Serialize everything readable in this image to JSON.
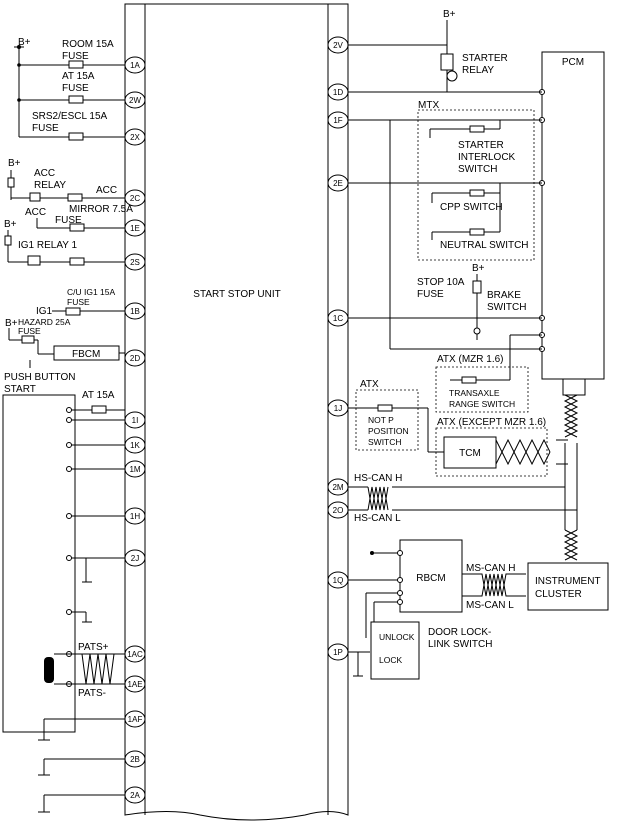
{
  "units": {
    "center": "START STOP UNIT",
    "pcm": "PCM",
    "push_button_line1": "PUSH BUTTON",
    "push_button_line2": "START",
    "rbcm": "RBCM",
    "tcm": "TCM",
    "instrument_line1": "INSTRUMENT",
    "instrument_line2": "CLUSTER",
    "fbcm": "FBCM"
  },
  "fuses": {
    "room_line1": "ROOM 15A",
    "room_line2": "FUSE",
    "at_line1": "AT 15A",
    "at_line2": "FUSE",
    "srs_line1": "SRS2/ESCL 15A",
    "srs_line2": "FUSE",
    "mirror_line1": "MIRROR 7.5A",
    "mirror_line2": "FUSE",
    "cu_ig1_line1": "C/U IG1 15A",
    "cu_ig1_line2": "FUSE",
    "hazard_line1": "HAZARD 25A",
    "hazard_line2": "FUSE",
    "stop_line1": "STOP 10A",
    "stop_line2": "FUSE",
    "at15a_push": "AT 15A"
  },
  "relays": {
    "acc_line1": "ACC",
    "acc_line2": "RELAY",
    "ig1": "IG1 RELAY 1",
    "starter_line1": "STARTER",
    "starter_line2": "RELAY"
  },
  "labels": {
    "bplus": "B+",
    "acc": "ACC",
    "ig1": "IG1",
    "mtx": "MTX",
    "starter_interlock_line1": "STARTER",
    "starter_interlock_line2": "INTERLOCK",
    "starter_interlock_line3": "SWITCH",
    "cpp_switch": "CPP SWITCH",
    "neutral_switch": "NEUTRAL SWITCH",
    "brake_switch_line1": "BRAKE",
    "brake_switch_line2": "SWITCH",
    "atx_mzr": "ATX (MZR 1.6)",
    "transaxle_line1": "TRANSAXLE",
    "transaxle_line2": "RANGE SWITCH",
    "atx": "ATX",
    "not_p_line1": "NOT P",
    "not_p_line2": "POSITION",
    "not_p_line3": "SWITCH",
    "atx_except": "ATX (EXCEPT MZR 1.6)",
    "hs_can_h": "HS-CAN H",
    "hs_can_l": "HS-CAN L",
    "ms_can_h": "MS-CAN H",
    "ms_can_l": "MS-CAN L",
    "door_lock_line1": "DOOR LOCK-",
    "door_lock_line2": "LINK SWITCH",
    "unlock": "UNLOCK",
    "lock": "LOCK",
    "pats_plus": "PATS+",
    "pats_minus": "PATS-"
  },
  "terminals": {
    "t1A": "1A",
    "t2W": "2W",
    "t2X": "2X",
    "t2C": "2C",
    "t1E": "1E",
    "t2S": "2S",
    "t1B": "1B",
    "t2D": "2D",
    "t1I": "1I",
    "t1K": "1K",
    "t1M": "1M",
    "t1H": "1H",
    "t2J": "2J",
    "t1AC": "1AC",
    "t1AE": "1AE",
    "t1AF": "1AF",
    "t2B": "2B",
    "t2A": "2A",
    "t2V": "2V",
    "t1D": "1D",
    "t1F": "1F",
    "t2E": "2E",
    "t1C": "1C",
    "t1J": "1J",
    "t2M": "2M",
    "t2O": "2O",
    "t1Q": "1Q",
    "t1P": "1P"
  }
}
